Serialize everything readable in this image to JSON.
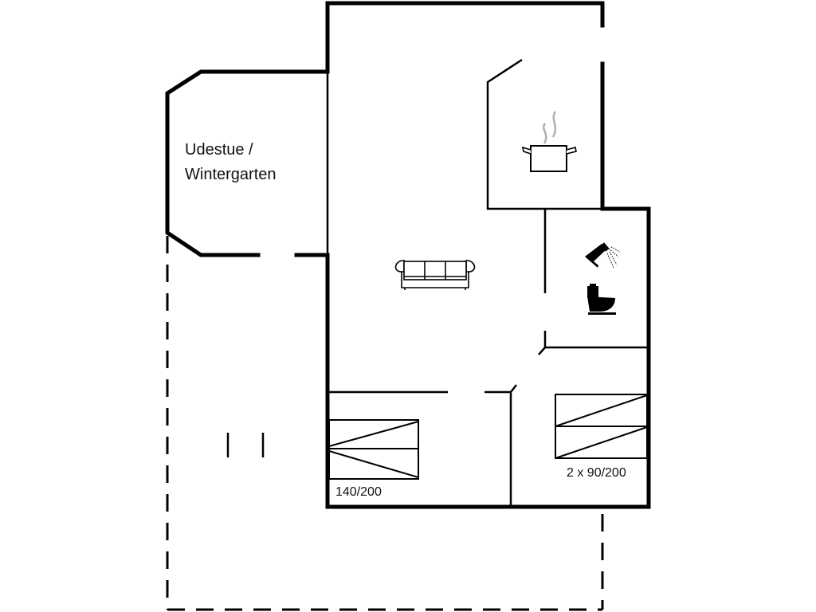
{
  "floorplan": {
    "rooms": {
      "wintergarden": {
        "label_line1": "Udestue /",
        "label_line2": "Wintergarten"
      },
      "bedroom_double": {
        "bed_label": "140/200"
      },
      "bedroom_twin": {
        "bed_label": "2 x 90/200"
      }
    },
    "icons": {
      "kitchen": "cooking-pot-icon",
      "living": "sofa-icon",
      "bathroom_shower": "shower-icon",
      "bathroom_toilet": "toilet-icon"
    },
    "colors": {
      "wall": "#000000",
      "steam": "#b0b0b0",
      "background": "#ffffff"
    }
  }
}
